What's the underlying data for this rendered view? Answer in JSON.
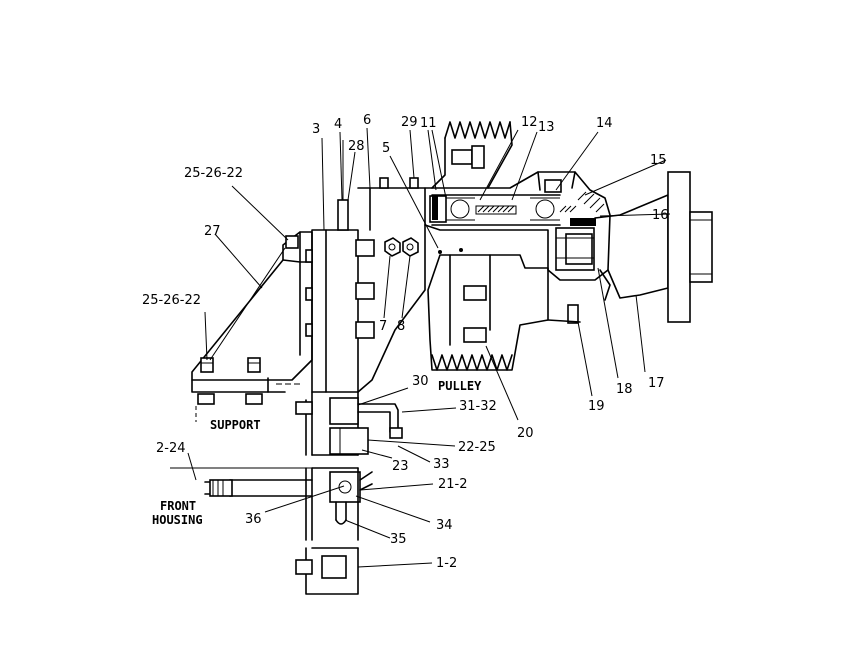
{
  "labels": {
    "l_3": "3",
    "l_4": "4",
    "l_6": "6",
    "l_29": "29",
    "l_11": "11",
    "l_12": "12",
    "l_13": "13",
    "l_14": "14",
    "l_15": "15",
    "l_16": "16",
    "l_28": "28",
    "l_5": "5",
    "l_25_26_22_top": "25-26-22",
    "l_27": "27",
    "l_25_26_22_mid": "25-26-22",
    "l_7": "7",
    "l_8": "8",
    "l_30": "30",
    "l_31_32": "31-32",
    "l_22_25": "22-25",
    "l_23": "23",
    "l_33": "33",
    "l_2_24": "2-24",
    "l_21_2": "21-2",
    "l_36": "36",
    "l_34": "34",
    "l_35": "35",
    "l_1_2": "1-2",
    "l_17": "17",
    "l_18": "18",
    "l_19": "19",
    "l_20": "20",
    "pulley": "PULLEY",
    "support": "SUPPORT",
    "front": "FRONT",
    "housing": "HOUSING"
  }
}
